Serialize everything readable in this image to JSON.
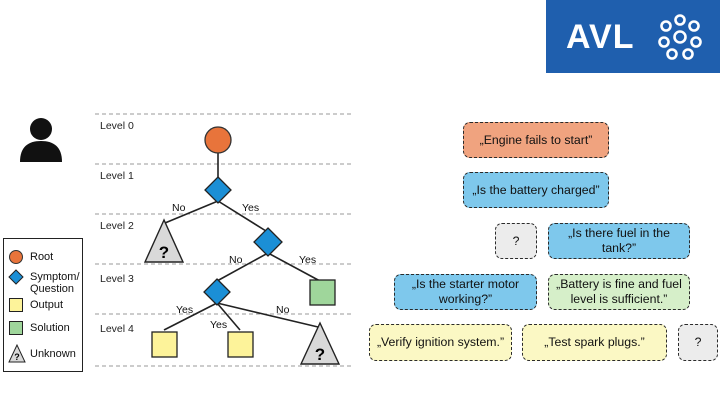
{
  "logo": {
    "text": "AVL",
    "mark": "avl-dots-mark"
  },
  "icons": {
    "person": "person-icon"
  },
  "colors": {
    "brand_blue": "#1f5fae",
    "root": "#e8743b",
    "question": "#1b8fd6",
    "output": "#fdf39a",
    "solution": "#9fd69b",
    "unknown": "#d9d9d9",
    "box_orange": "#f0a37f",
    "box_blue": "#7ec8ec",
    "box_green": "#d6efc9",
    "box_yellow": "#fbf8c4",
    "box_grey": "#ececec"
  },
  "levels": [
    "Level 0",
    "Level 1",
    "Level 2",
    "Level 3",
    "Level 4"
  ],
  "edge_labels": {
    "l1_no": "No",
    "l1_yes": "Yes",
    "l2_no": "No",
    "l2_yes": "Yes",
    "l3_yes_a": "Yes",
    "l3_yes_b": "Yes",
    "l3_no": "No"
  },
  "tree_marks": {
    "unknown_mark": "?"
  },
  "legend": [
    {
      "label": "Root",
      "shape": "circle"
    },
    {
      "label": "Symptom/ Question",
      "shape": "diamond"
    },
    {
      "label": "Output",
      "shape": "yellow-square"
    },
    {
      "label": "Solution",
      "shape": "green-square"
    },
    {
      "label": "Unknown",
      "shape": "triangle"
    }
  ],
  "legend_unknown_mark": "?",
  "boxes": {
    "engine": "„Engine fails to start”",
    "battery_q": "„Is the battery charged”",
    "unknown1": "?",
    "fuel_q": "„Is there fuel in the tank?”",
    "starter_q": "„Is the starter motor working?”",
    "battery_ok": "„Battery is fine and fuel level is sufficient.”",
    "ignition": "„Verify ignition system.”",
    "spark": "„Test spark plugs.”",
    "unknown2": "?"
  }
}
